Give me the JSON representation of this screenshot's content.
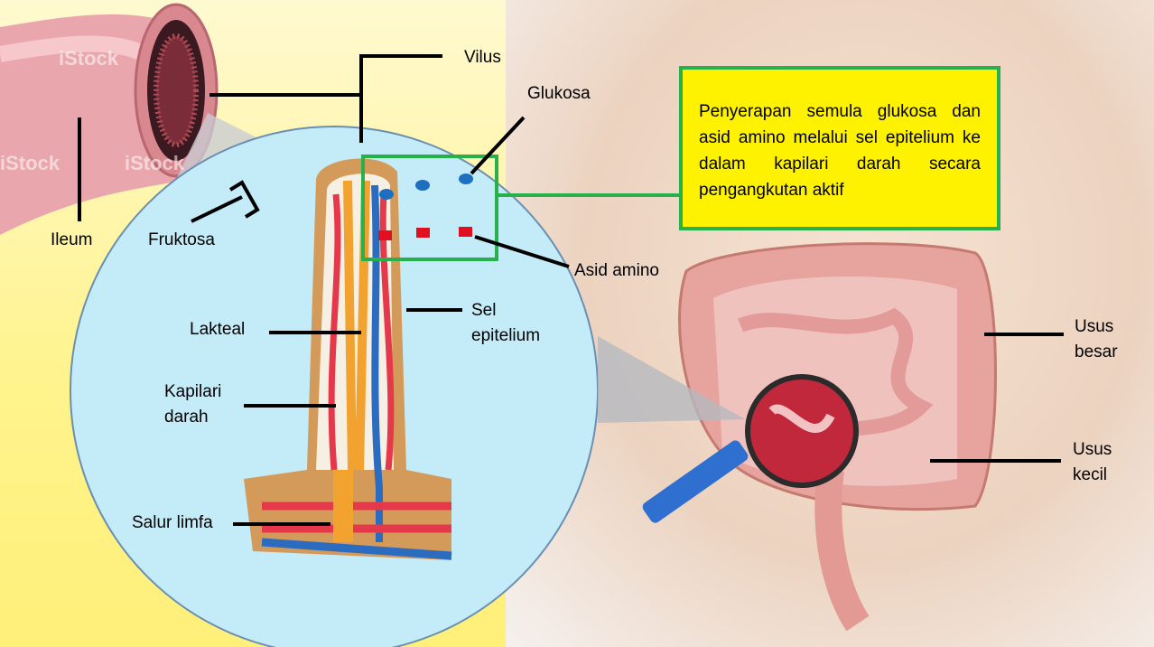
{
  "labels": {
    "vilus": "Vilus",
    "glukosa": "Glukosa",
    "ileum": "Ileum",
    "fruktosa": "Fruktosa",
    "asid_amino": "Asid amino",
    "lakteal": "Lakteal",
    "sel_epitelium_1": "Sel",
    "sel_epitelium_2": "epitelium",
    "kapilari_1": "Kapilari",
    "kapilari_2": "darah",
    "salur_limfa": "Salur limfa",
    "usus_besar_1": "Usus",
    "usus_besar_2": "besar",
    "usus_kecil_1": "Usus",
    "usus_kecil_2": "kecil"
  },
  "callout": {
    "text": "Penyerapan semula glukosa dan asid amino melalui sel epitelium ke dalam kapilari darah secara pengangkutan aktif"
  },
  "watermarks": [
    "iStock",
    "iStock",
    "iStock"
  ],
  "colors": {
    "callout_border": "#28b04a",
    "callout_fill": "#fff200",
    "glucose_dot": "#1e6fc0",
    "amino_dot": "#e01020"
  }
}
